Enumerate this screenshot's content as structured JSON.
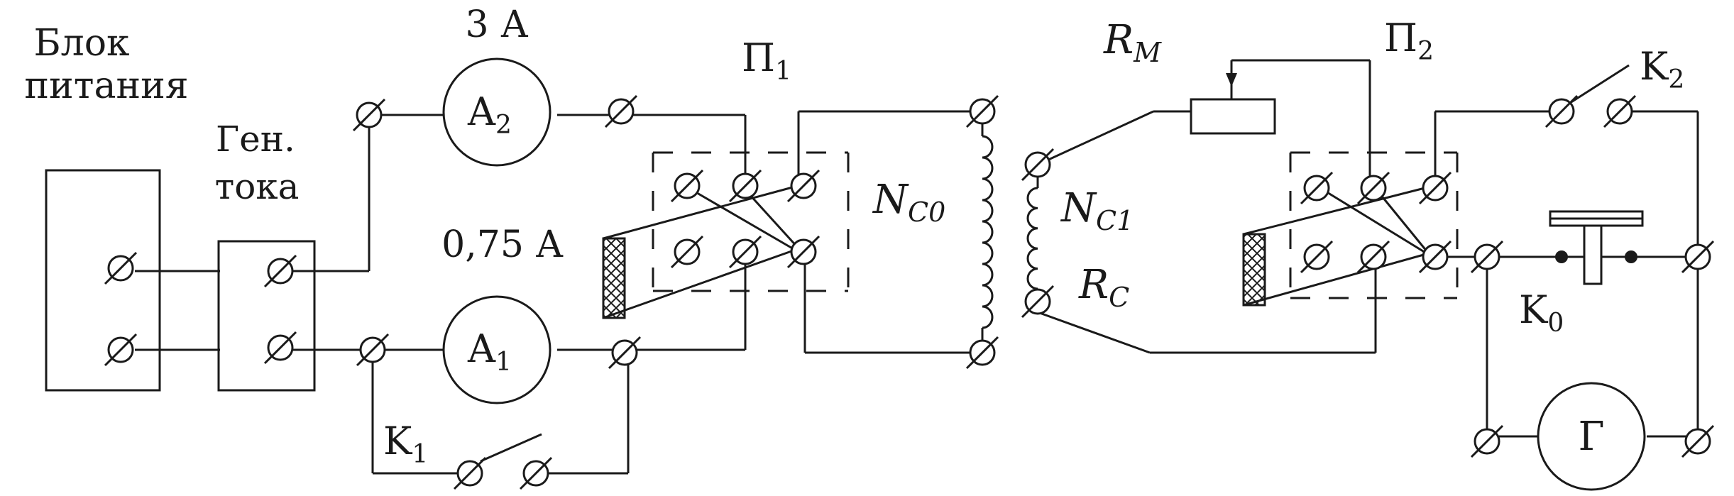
{
  "labels": {
    "power_supply_line1": "Блок",
    "power_supply_line2": "питания",
    "generator_line1": "Ген.",
    "generator_line2": "тока",
    "current_3a": "3 А",
    "current_075a": "0,75 А",
    "ammeter_a2": "A",
    "ammeter_a2_sub": "2",
    "ammeter_a1": "A",
    "ammeter_a1_sub": "1",
    "switch_p1": "П",
    "switch_p1_sub": "1",
    "switch_p2": "П",
    "switch_p2_sub": "2",
    "key_k1": "K",
    "key_k1_sub": "1",
    "key_k2": "K",
    "key_k2_sub": "2",
    "key_k0": "K",
    "key_k0_sub": "0",
    "coil_nc0": "N",
    "coil_nc0_sub": "C0",
    "coil_nc1": "N",
    "coil_nc1_sub": "C1",
    "resistor_rm": "R",
    "resistor_rm_sub": "M",
    "resistor_rc": "R",
    "resistor_rc_sub": "C",
    "galvanometer": "Г"
  },
  "colors": {
    "line": "#1a1a1a",
    "background": "#ffffff"
  }
}
